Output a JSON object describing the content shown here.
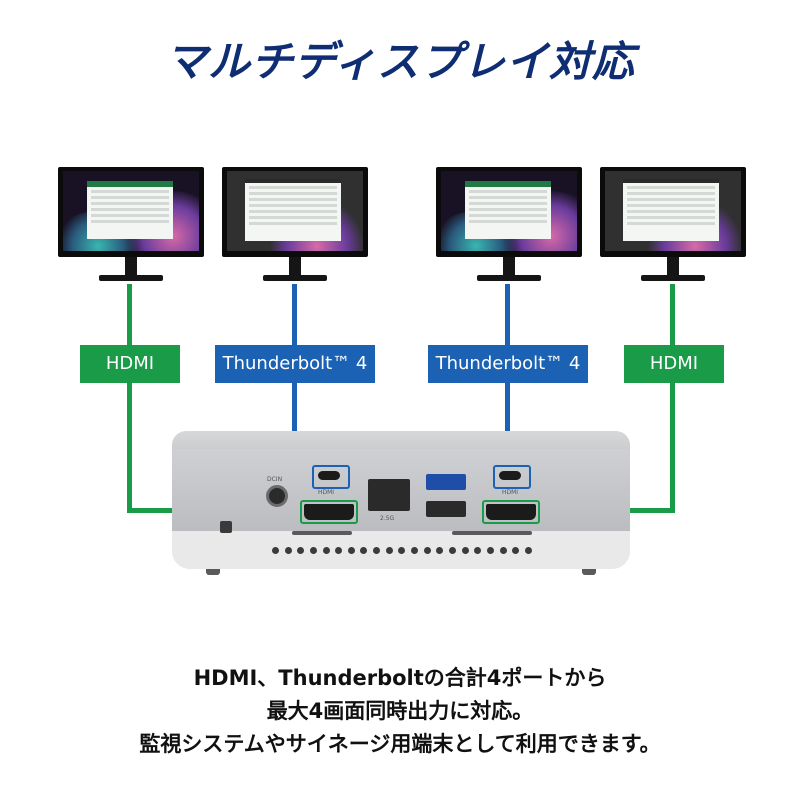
{
  "title": "マルチディスプレイ対応",
  "labels": {
    "hdmi_left": "HDMI",
    "tb_left": "Thunderbolt™ 4",
    "tb_right": "Thunderbolt™ 4",
    "hdmi_right": "HDMI"
  },
  "port_text": {
    "dcin": "DCIN",
    "hdmi_left": "HDMI",
    "hdmi_right": "HDMI",
    "lan": "2.5G"
  },
  "description": [
    "HDMI、Thunderboltの合計4ポートから",
    "最大4画面同時出力に対応。",
    "監視システムやサイネージ用端末として利用できます。"
  ],
  "colors": {
    "title": "#0f2d72",
    "hdmi": "#1a9b48",
    "thunderbolt": "#1b62b5"
  }
}
